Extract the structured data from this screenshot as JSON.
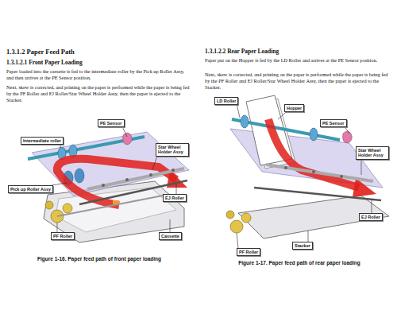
{
  "diagram": {
    "title": "1.3.1.2 Paper Feed Path",
    "nodes": [
      {
        "text": [
          "PE Sensor"
        ]
      },
      {
        "text": [
          "Intermediate roller"
        ]
      },
      {
        "text": [
          "Pick up Roller Assy"
        ]
      },
      {
        "text": [
          "Star Wheel Holder Assy"
        ]
      },
      {
        "text": [
          "EJ Roller"
        ]
      },
      {
        "text": [
          "PF Roller"
        ]
      },
      {
        "text": [
          "Cassette"
        ]
      },
      {
        "text": [
          "LD Roller"
        ]
      },
      {
        "text": [
          "Hopper"
        ]
      },
      {
        "text": [
          "PE Sensor"
        ]
      },
      {
        "text": [
          "Star Wheel Holder Assy"
        ]
      },
      {
        "text": [
          "EJ Roller"
        ]
      },
      {
        "text": [
          "PF Roller"
        ]
      },
      {
        "text": [
          "Stacker"
        ]
      }
    ],
    "labels": [
      "1.3.1.2.1 Front Paper Loading",
      "Paper loaded into the cassette is fed to the intermediate roller by the Pick up Roller Assy, and then arrives at the PE Sensor position.",
      "Next, skew is corrected, and printing on the paper is performed while the paper is being fed by the PF Roller and EJ Roller/Star Wheel Holder Assy, then the paper is ejected to the Stacker.",
      "Figure 1-16.  Paper feed path of front paper loading",
      "1.3.1.2.2 Rear Paper Loading",
      "Paper put on the Hopper is fed by the LD Roller and arrives at the PE Sensor position.",
      "Next, skew is corrected, and printing on the paper is performed while the paper is being fed by the PF Roller and EJ Roller/Star Wheel Holder Assy, then the paper is ejected to the Stacker.",
      "Figure 1-17.  Paper feed path of rear paper loading"
    ]
  }
}
